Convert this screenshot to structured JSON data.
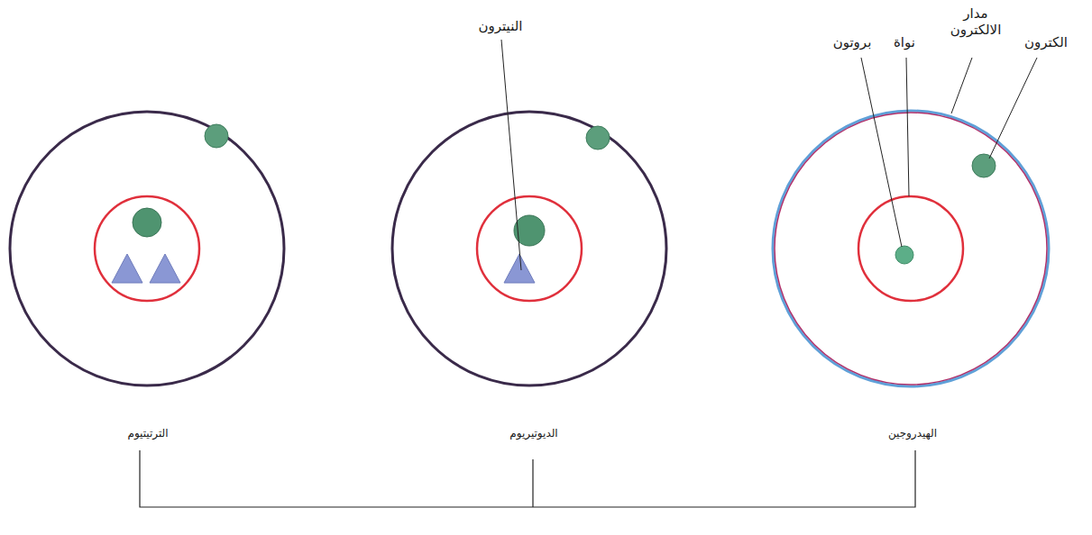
{
  "diagram": {
    "labels": [
      "النيترون",
      "مدار الالكترون",
      "الكترون",
      "بروتون",
      "نواة",
      "الترتيتيوم",
      "الديوتيريوم",
      "الهيدروجين"
    ]
  }
}
